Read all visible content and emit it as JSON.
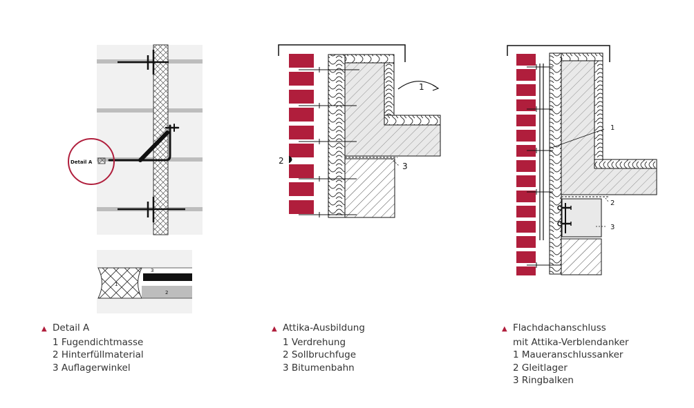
{
  "colors": {
    "brick": "#b01e3c",
    "accent": "#b01e3c",
    "line": "#1a1a1a",
    "concrete": "#e9e9e9",
    "panel": "#f1f1f1",
    "rail": "#bdbdbd",
    "text": "#333333"
  },
  "figures": {
    "detail_a": {
      "callout": "Detail A",
      "labels": [
        "1",
        "2",
        "3"
      ]
    },
    "attika": {
      "labels": [
        "1",
        "2",
        "3"
      ]
    },
    "flachdach": {
      "labels": [
        "1",
        "2",
        "3"
      ]
    }
  },
  "captions": [
    {
      "title": "Detail A",
      "items": [
        "1 Fugendichtmasse",
        "2 Hinterfüllmaterial",
        "3 Auflagerwinkel"
      ]
    },
    {
      "title": "Attika-Ausbildung",
      "items": [
        "1 Verdrehung",
        "2 Sollbruchfuge",
        "3 Bitumenbahn"
      ]
    },
    {
      "title": "Flachdachanschluss",
      "subtitle": "mit Attika-Verblendanker",
      "items": [
        "1 Maueranschlussanker",
        "2 Gleitlager",
        "3 Ringbalken"
      ]
    }
  ]
}
